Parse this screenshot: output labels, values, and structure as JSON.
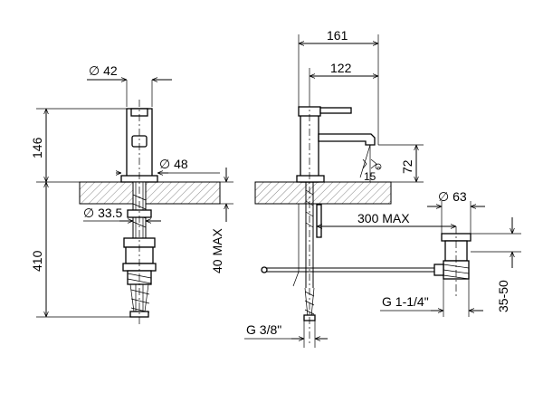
{
  "drawing": {
    "front_view": {
      "dia_outlet": "∅ 42",
      "height_spout": "146",
      "dia_base": "∅ 48",
      "dia_hole": "∅ 33.5",
      "depth_total": "410",
      "counter_max": "40 MAX"
    },
    "side_view": {
      "reach_total": "161",
      "reach_spout": "122",
      "spout_clearance": "72",
      "angle": "15",
      "rod_length": "300 MAX",
      "dia_waste": "∅ 63",
      "waste_thread": "G 1-1/4\"",
      "waste_height": "35-50",
      "supply_thread": "G 3/8\""
    }
  },
  "colors": {
    "line": "#000000",
    "hatch": "#666666",
    "background": "#ffffff"
  }
}
